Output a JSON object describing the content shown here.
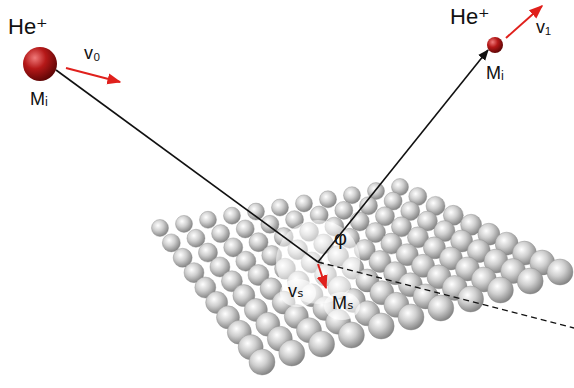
{
  "diagram": {
    "labels": [
      "He⁺",
      "v₀",
      "Mᵢ",
      "He⁺",
      "v₁",
      "Mᵢ",
      "φ",
      "vₛ",
      "Mₛ"
    ]
  }
}
